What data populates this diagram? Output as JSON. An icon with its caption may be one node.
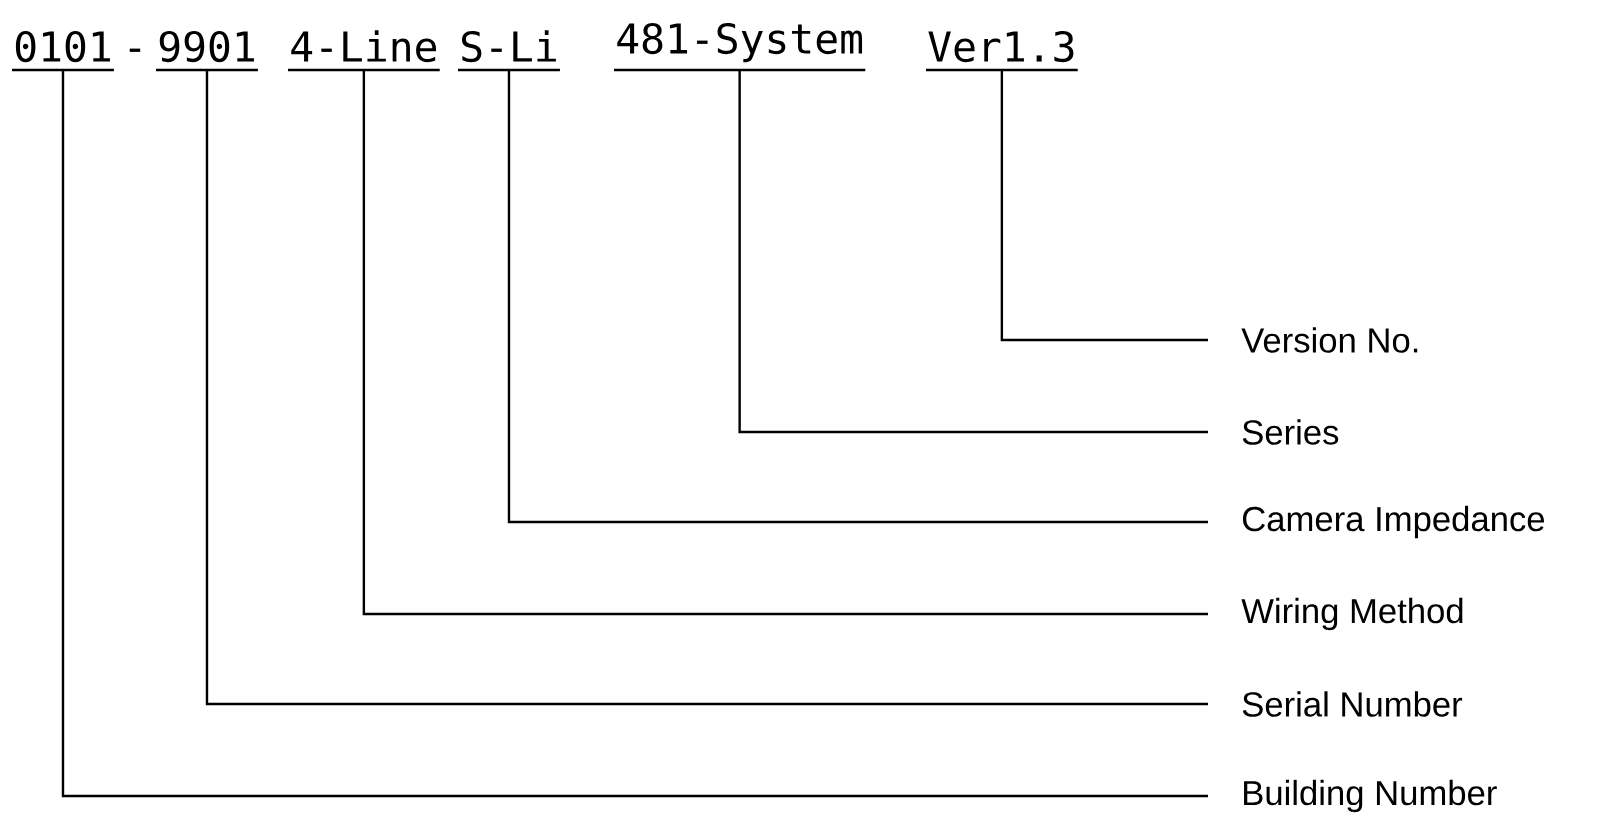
{
  "diagram": {
    "nodes": [
      {
        "text": [
          "0101"
        ]
      },
      {
        "text": [
          "9901"
        ]
      },
      {
        "text": [
          "4-Line"
        ]
      },
      {
        "text": [
          "S-Li"
        ]
      },
      {
        "text": [
          "481-System"
        ]
      },
      {
        "text": [
          "Ver1.3"
        ]
      },
      {
        "text": [
          "Version No."
        ]
      },
      {
        "text": [
          "Series"
        ]
      },
      {
        "text": [
          "Camera Impedance"
        ]
      },
      {
        "text": [
          "Wiring Method"
        ]
      },
      {
        "text": [
          "Serial Number"
        ]
      },
      {
        "text": [
          "Building Number"
        ]
      }
    ],
    "edges": [
      {
        "from": 0,
        "to": 11,
        "arrow": "none"
      },
      {
        "from": 1,
        "to": 10,
        "arrow": "none"
      },
      {
        "from": 2,
        "to": 9,
        "arrow": "none"
      },
      {
        "from": 3,
        "to": 8,
        "arrow": "none"
      },
      {
        "from": 4,
        "to": 7,
        "arrow": "none"
      },
      {
        "from": 5,
        "to": 6,
        "arrow": "none"
      }
    ],
    "labels": [
      "-"
    ]
  }
}
